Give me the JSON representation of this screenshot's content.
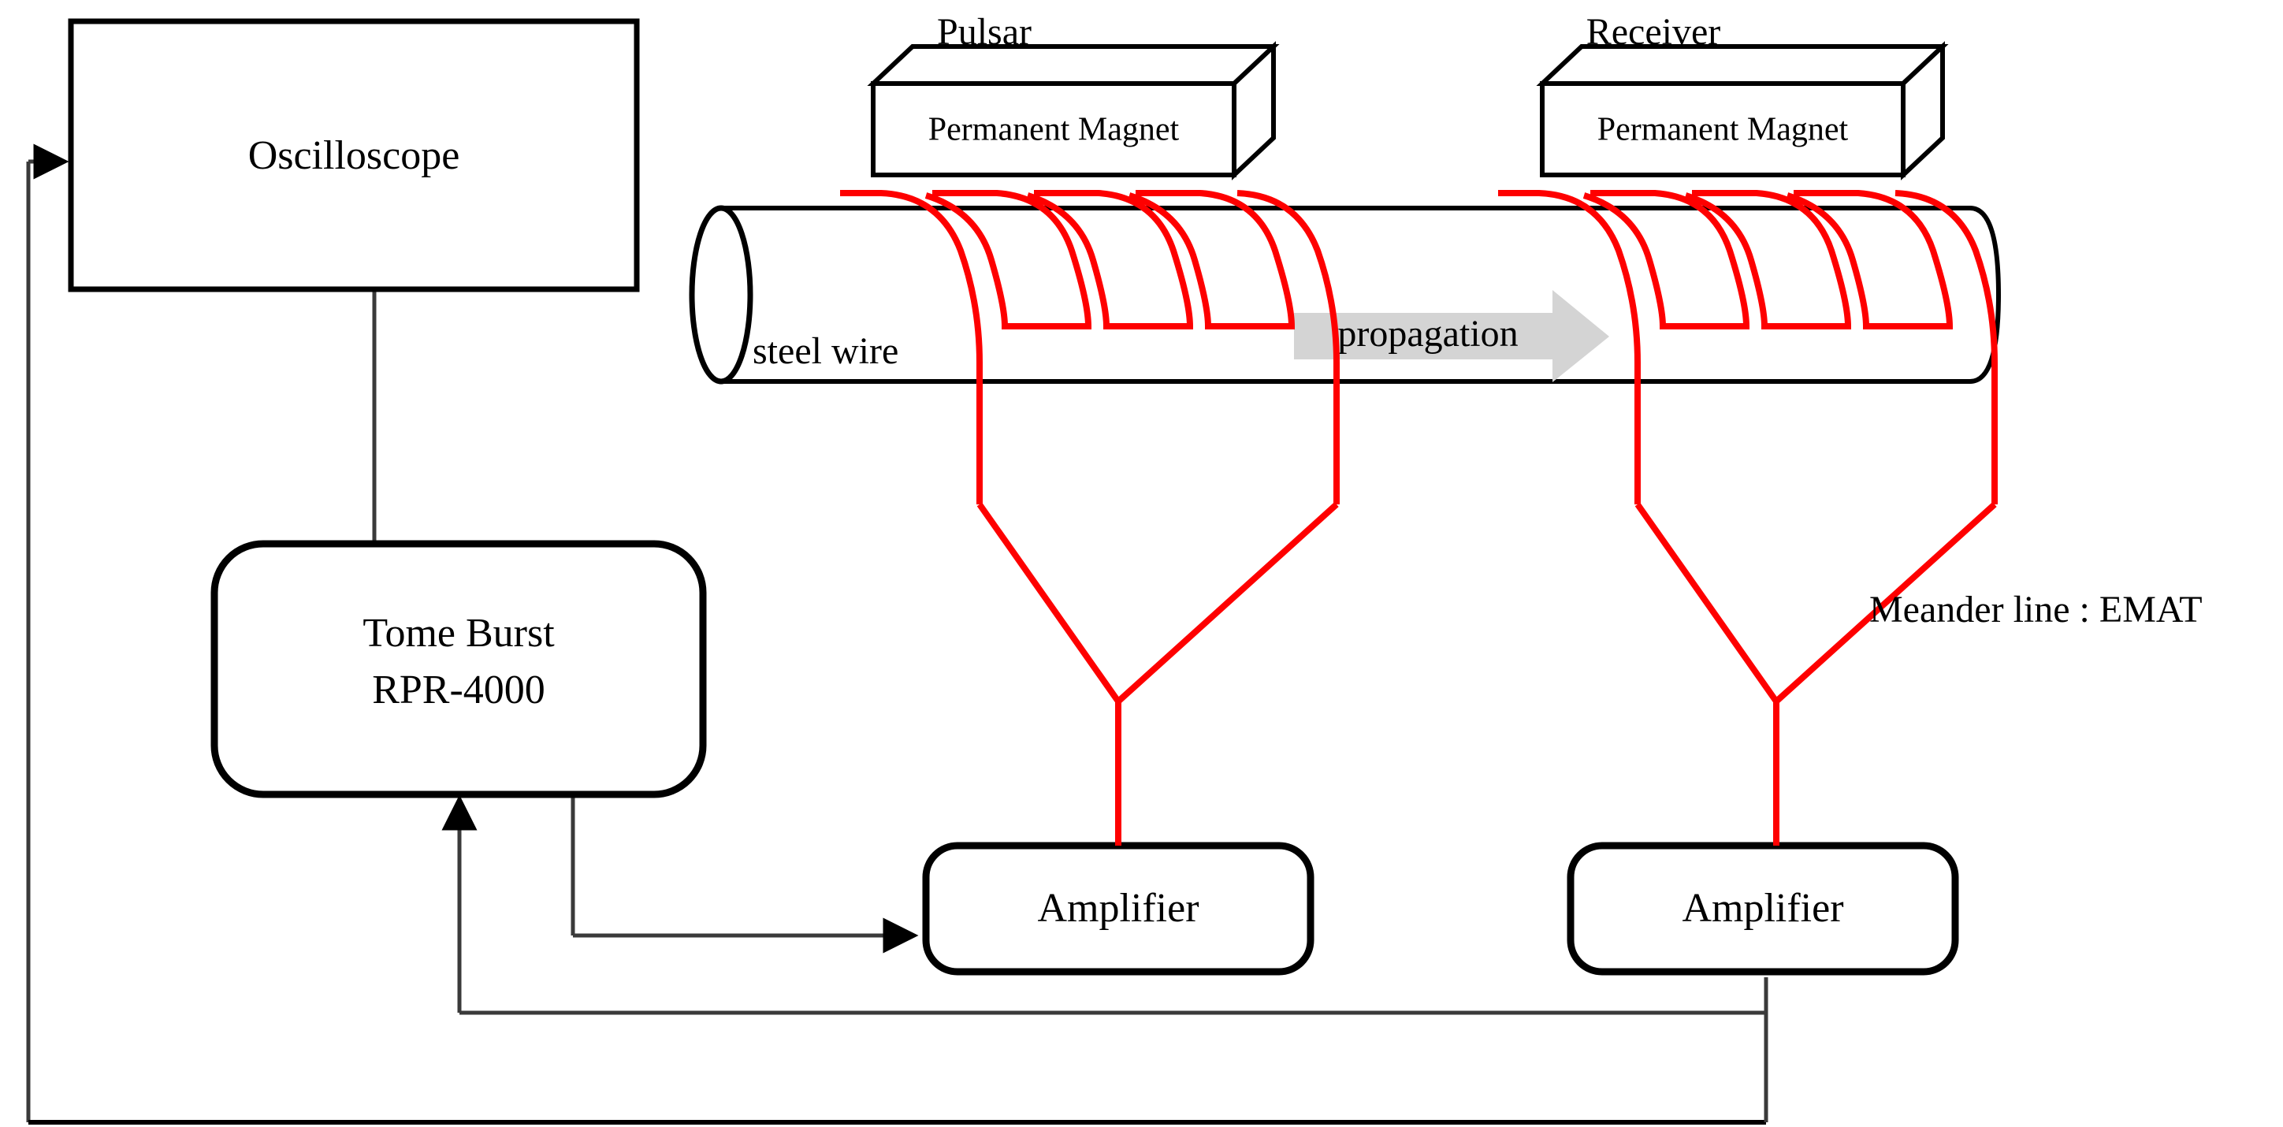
{
  "diagram": {
    "title": "EMAT guided-wave experimental setup on a steel wire",
    "colors": {
      "coil_red": "#fe0000",
      "line_black": "#000000",
      "propagation_arrow_gray": "#d4d4d4",
      "background": "#ffffff"
    },
    "instruments": {
      "oscilloscope": {
        "label": "Oscilloscope"
      },
      "tone_burst": {
        "line1": "Tome Burst",
        "line2": "RPR-4000"
      },
      "amplifier_left": {
        "label": "Amplifier"
      },
      "amplifier_right": {
        "label": "Amplifier"
      }
    },
    "transducers": [
      {
        "head_label": "Pulsar",
        "magnet_label": "Permanent Magnet"
      },
      {
        "head_label": "Receiver",
        "magnet_label": "Permanent Magnet"
      }
    ],
    "specimen": {
      "label": "steel wire"
    },
    "propagation": {
      "label": "propagation",
      "direction": "left-to-right"
    },
    "legend": {
      "label": "Meander line : EMAT"
    }
  }
}
